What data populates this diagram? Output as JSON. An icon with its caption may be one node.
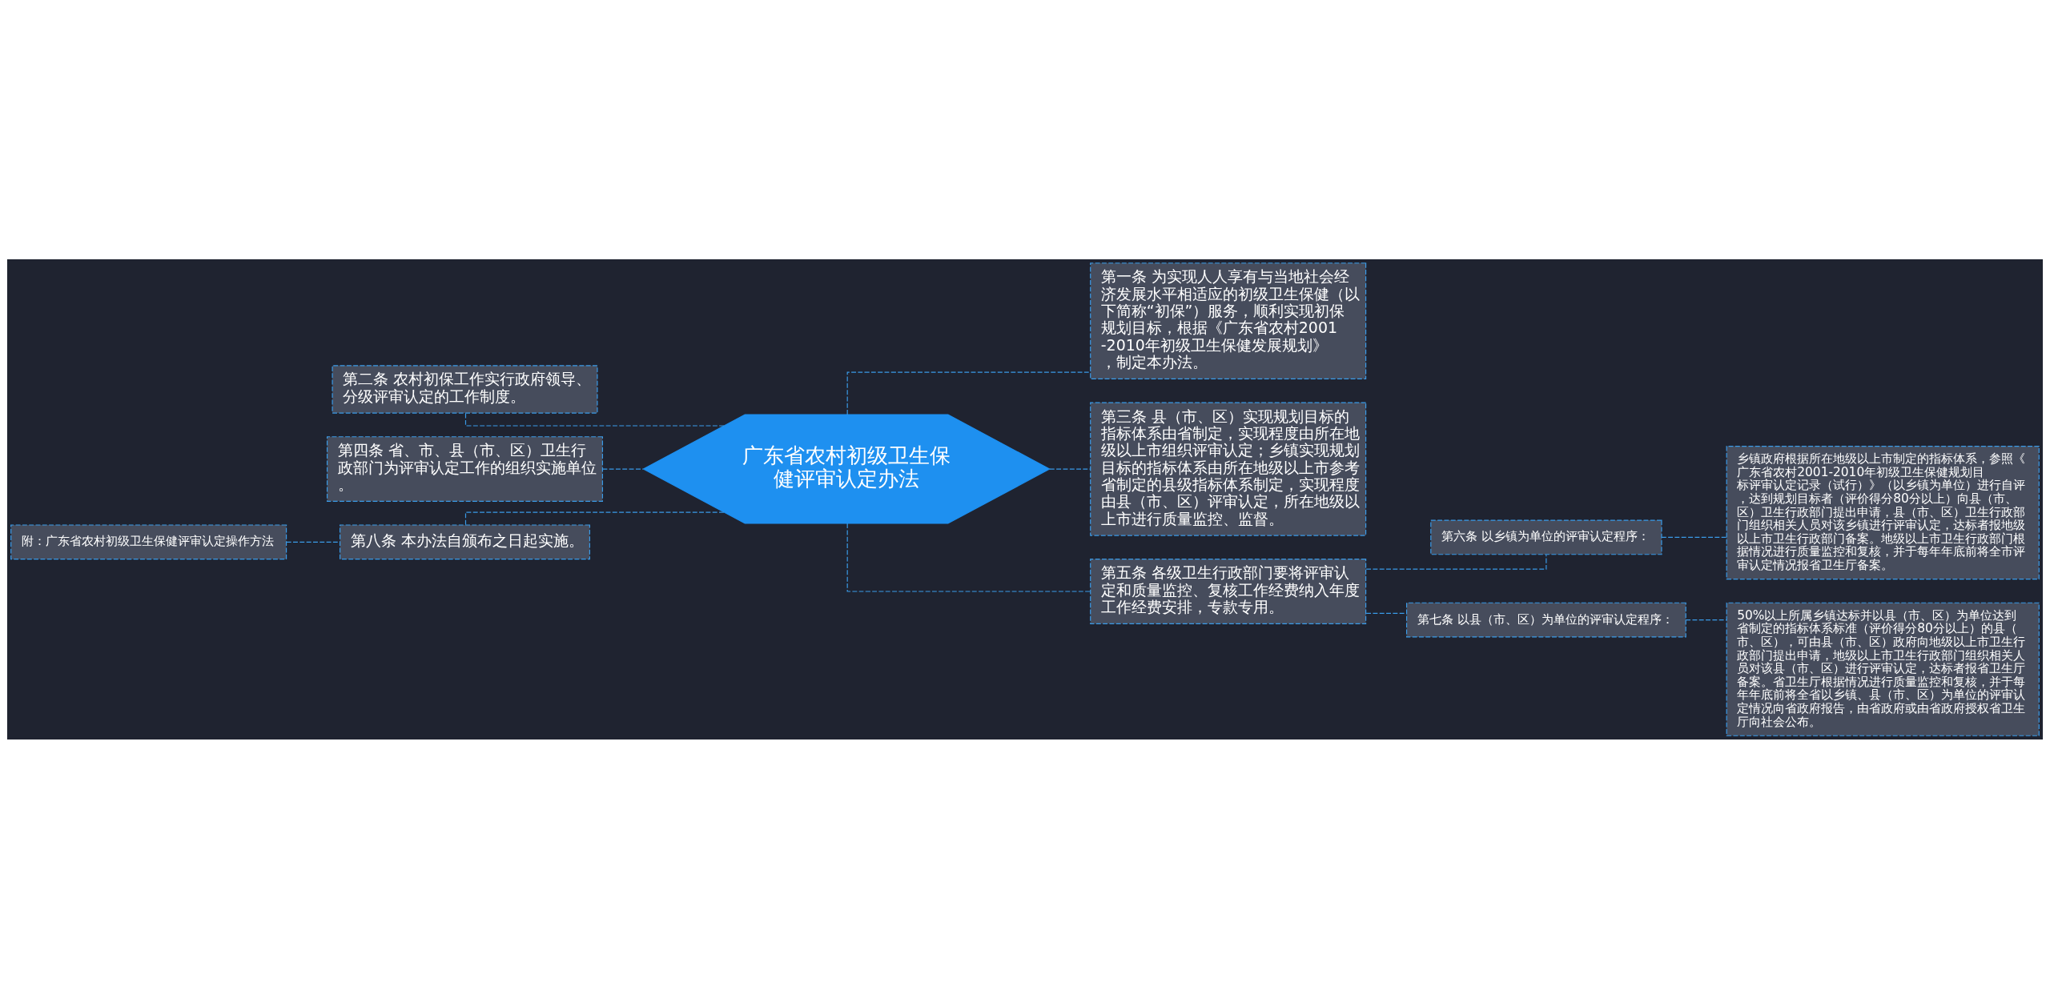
{
  "diagram": {
    "nodes": [
      {
        "text": [
          "广东省农村初级卫生保健评审认定办法"
        ]
      },
      {
        "text": [
          "第一条 为实现人人享有与当地社会经济发展水平相适应的初级卫生保健（以下简称“初保”）服务，顺利实现初保规划目标，根据《广东省农村2001-2010年初级卫生保健发展规划》，制定本办法。"
        ]
      },
      {
        "text": [
          "第三条 县（市、区）实现规划目标的指标体系由省制定，实现程度由所在地级以上市组织评审认定；乡镇实现规划目标的指标体系由所在地级以上市参考省制定的县级指标体系制定，实现程度由县（市、区）评审认定，所在地级以上市进行质量监控、监督。"
        ]
      },
      {
        "text": [
          "第五条 各级卫生行政部门要将评审认定和质量监控、复核工作经费纳入年度工作经费安排，专款专用。"
        ]
      },
      {
        "text": [
          "第六条 以乡镇为单位的评审认定程序："
        ]
      },
      {
        "text": [
          "乡镇政府根据所在地级以上市制定的指标体系，参照《广东省农村2001-2010年初级卫生保健规划目标评审认定记录（试行）》（以乡镇为单位）进行自评，达到规划目标者（评价得分80分以上）向县（市、区）卫生行政部门提出申请，县（市、区）卫生行政部门组织相关人员对该乡镇进行评审认定，达标者报地级以上市卫生行政部门备案。地级以上市卫生行政部门根据情况进行质量监控和复核，并于每年年底前将全市评审认定情况报省卫生厅备案。"
        ]
      },
      {
        "text": [
          "第七条 以县（市、区）为单位的评审认定程序："
        ]
      },
      {
        "text": [
          "50%以上所属乡镇达标并以县（市、区）为单位达到省制定的指标体系标准（评价得分80分以上）的县（市、区），可由县（市、区）政府向地级以上市卫生行政部门提出申请，地级以上市卫生行政部门组织相关人员对该县（市、区）进行评审认定，达标者报省卫生厅备案。省卫生厅根据情况进行质量监控和复核，并于每年年底前将全省以乡镇、县（市、区）为单位的评审认定情况向省政府报告，由省政府或由省政府授权省卫生厅向社会公布。"
        ]
      },
      {
        "text": [
          "第二条 农村初保工作实行政府领导、分级评审认定的工作制度。"
        ]
      },
      {
        "text": [
          "第四条 省、市、县（市、区）卫生行政部门为评审认定工作的组织实施单位。"
        ]
      },
      {
        "text": [
          "第八条 本办法自颁布之日起实施。"
        ]
      },
      {
        "text": [
          "附：广东省农村初级卫生保健评审认定操作方法"
        ]
      }
    ],
    "edges": [
      {
        "from": 0,
        "to": 1,
        "arrow": "none",
        "style": "dashed"
      },
      {
        "from": 0,
        "to": 2,
        "arrow": "none",
        "style": "dashed"
      },
      {
        "from": 0,
        "to": 3,
        "arrow": "none",
        "style": "dashed"
      },
      {
        "from": 3,
        "to": 4,
        "arrow": "none",
        "style": "dashed"
      },
      {
        "from": 4,
        "to": 5,
        "arrow": "none",
        "style": "dashed"
      },
      {
        "from": 3,
        "to": 6,
        "arrow": "none",
        "style": "dashed"
      },
      {
        "from": 6,
        "to": 7,
        "arrow": "none",
        "style": "dashed"
      },
      {
        "from": 0,
        "to": 8,
        "arrow": "none",
        "style": "dashed"
      },
      {
        "from": 0,
        "to": 9,
        "arrow": "none",
        "style": "dashed"
      },
      {
        "from": 0,
        "to": 10,
        "arrow": "none",
        "style": "dashed"
      },
      {
        "from": 10,
        "to": 11,
        "arrow": "none",
        "style": "dashed"
      }
    ]
  }
}
